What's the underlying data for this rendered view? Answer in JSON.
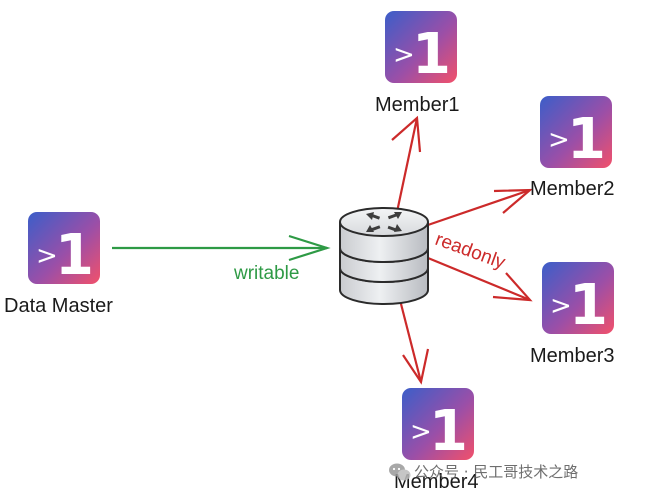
{
  "nodes": {
    "master": {
      "label": "Data Master",
      "icon": "terminal-icon"
    },
    "member1": {
      "label": "Member1",
      "icon": "terminal-icon"
    },
    "member2": {
      "label": "Member2",
      "icon": "terminal-icon"
    },
    "member3": {
      "label": "Member3",
      "icon": "terminal-icon"
    },
    "member4": {
      "label": "Member4",
      "icon": "terminal-icon"
    },
    "hub": {
      "icon": "router-icon"
    }
  },
  "edges": {
    "writable_label": "writable",
    "readonly_label": "readonly"
  },
  "icon_glyph": {
    "prompt": ">",
    "digit": "1"
  },
  "watermark": {
    "text": "公众号 · 民工哥技术之路"
  },
  "colors": {
    "write_edge": "#2e9a45",
    "read_edge": "#cc2a2a",
    "icon_gradient_start": "#3a5fc8",
    "icon_gradient_end": "#f0506e"
  }
}
